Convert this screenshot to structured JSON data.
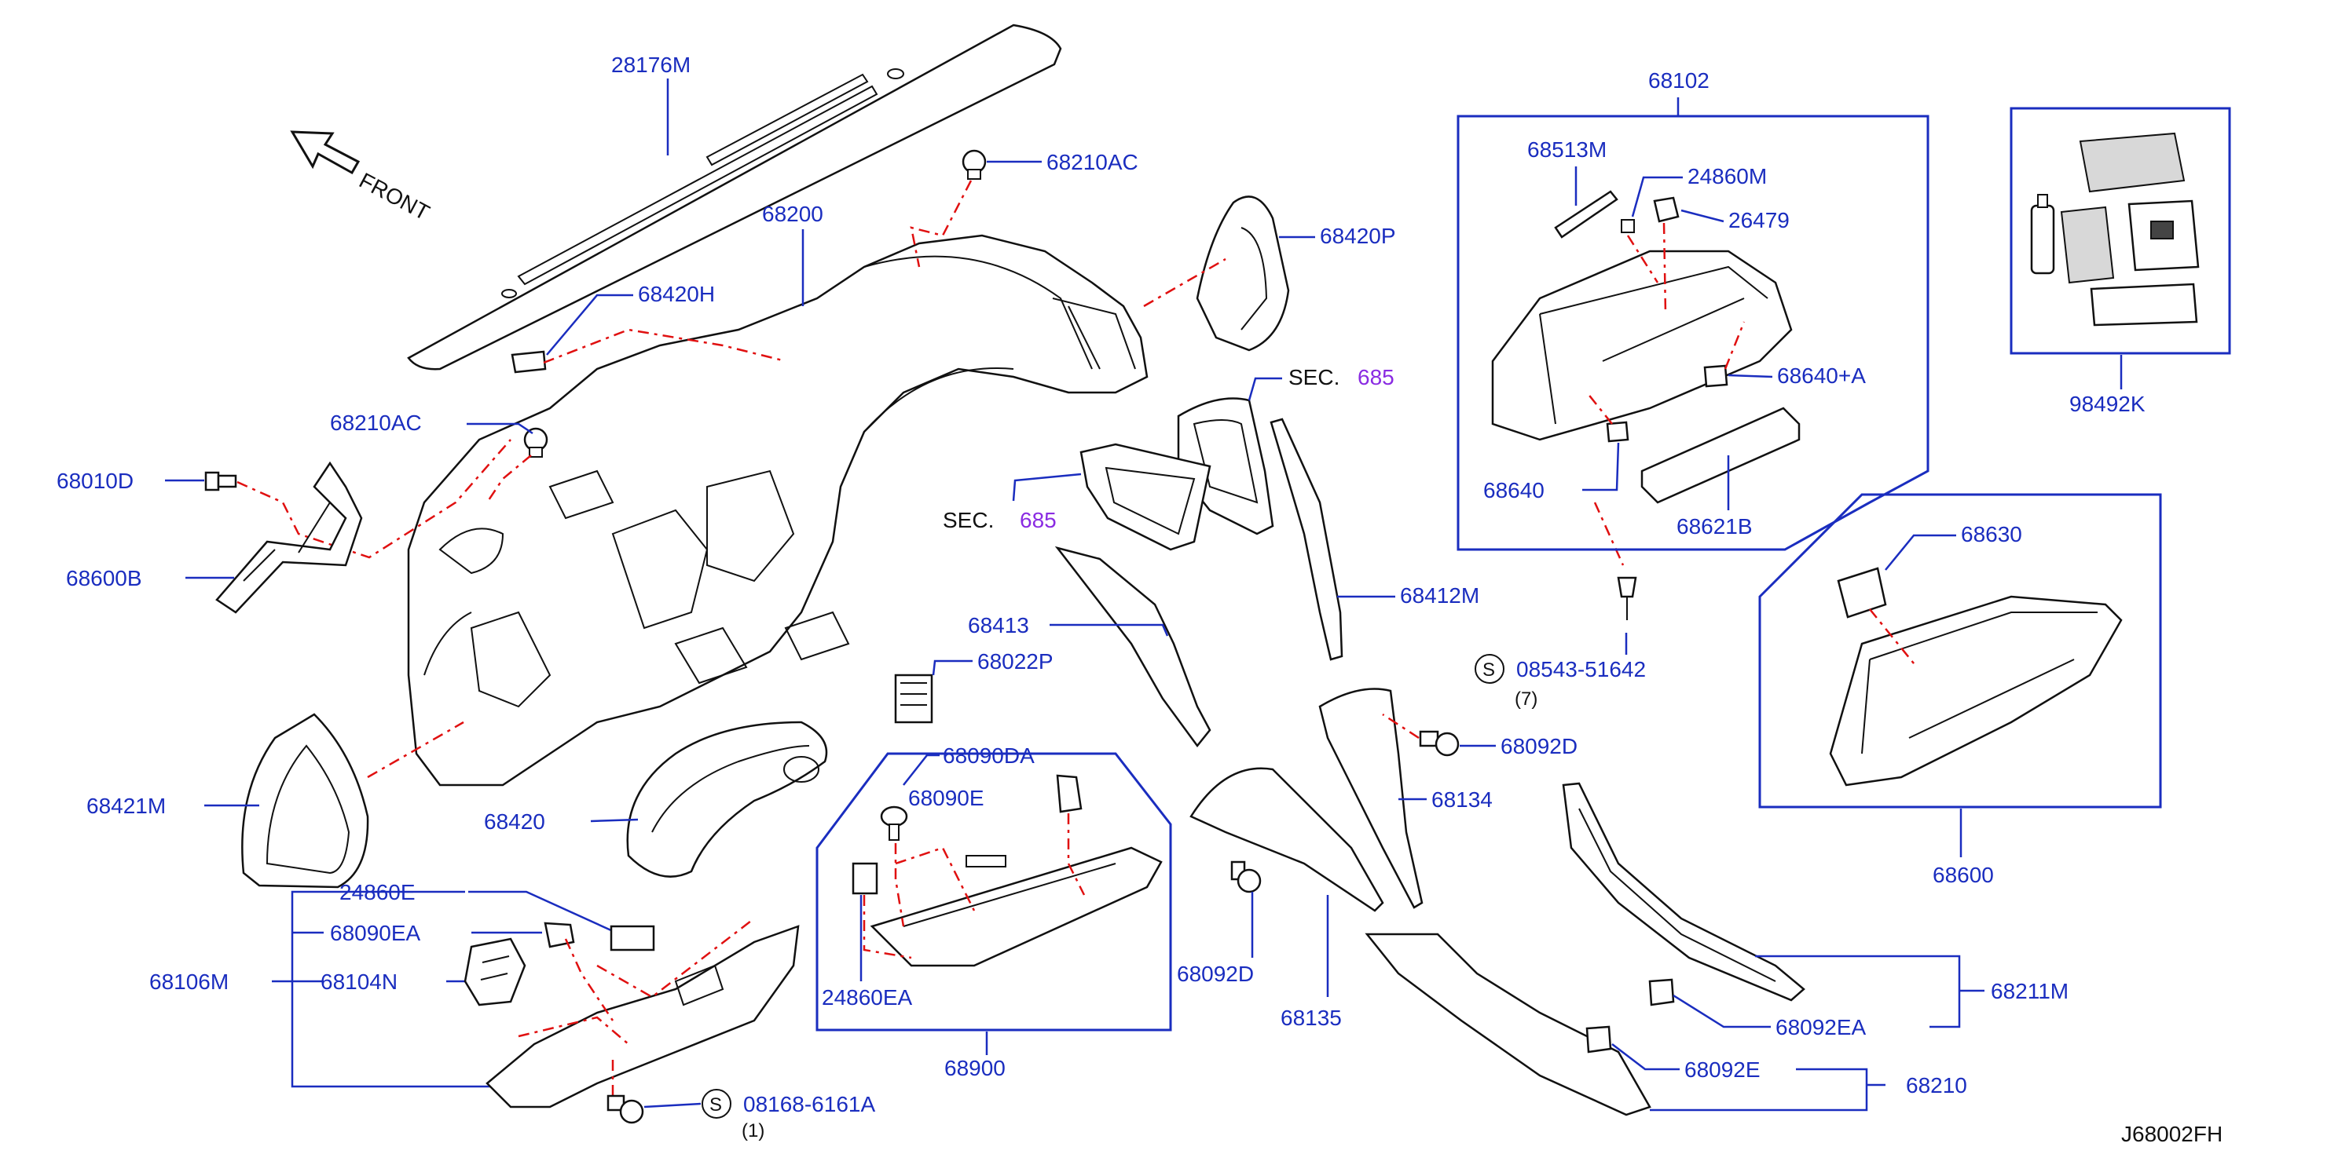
{
  "colors": {
    "label": "#1a2dbf",
    "dash": "#e01010",
    "section": "#8a2be2",
    "ink": "#111111"
  },
  "front_label": "FRONT",
  "drawing_code": "J68002FH",
  "labels": {
    "p28176M": "28176M",
    "p68200": "68200",
    "p68210AC_top": "68210AC",
    "p68420P": "68420P",
    "p68420H": "68420H",
    "p68210AC_left": "68210AC",
    "p68010D": "68010D",
    "p68600B": "68600B",
    "sec_right_prefix": "SEC.",
    "sec_right_num": "685",
    "sec_mid_prefix": "SEC.",
    "sec_mid_num": "685",
    "p68413": "68413",
    "p68412M": "68412M",
    "p68022P": "68022P",
    "p68421M": "68421M",
    "p68420": "68420",
    "p68090DA": "68090DA",
    "p68090E": "68090E",
    "p24860EA": "24860EA",
    "p68900": "68900",
    "p24860E": "24860E",
    "p68090EA": "68090EA",
    "p68106M": "68106M",
    "p68104N": "68104N",
    "screw_bottom_num": "08168-6161A",
    "screw_bottom_qty": "(1)",
    "screw_bottom_s": "S",
    "p68092D_low": "68092D",
    "p68135": "68135",
    "p68134": "68134",
    "p68092D_right": "68092D",
    "screw_right_num": "08543-51642",
    "screw_right_qty": "(7)",
    "screw_right_s": "S",
    "p68102": "68102",
    "p68513M": "68513M",
    "p24860M": "24860M",
    "p26479": "26479",
    "p68640A": "68640+A",
    "p68640": "68640",
    "p68621B": "68621B",
    "p98492K": "98492K",
    "p68630": "68630",
    "p68600": "68600",
    "p68211M": "68211M",
    "p68092EA": "68092EA",
    "p68092E": "68092E",
    "p68210": "68210"
  }
}
